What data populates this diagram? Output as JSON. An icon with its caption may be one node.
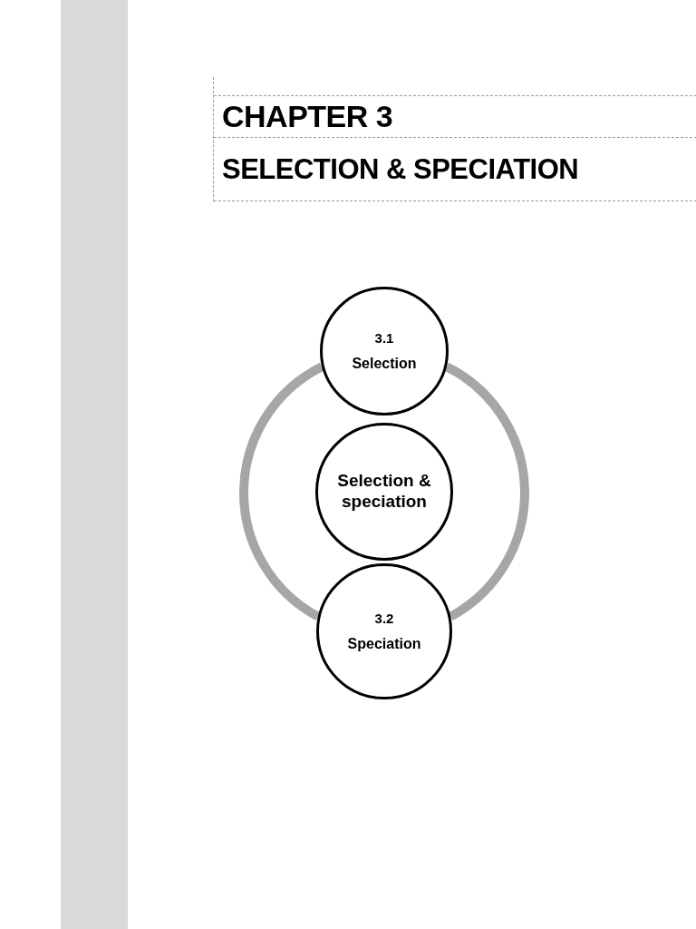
{
  "diagram": {
    "title": "CHAPTER 3",
    "labels": [
      "SELECTION & SPECIATION"
    ],
    "nodes": [
      {
        "text": [
          "3.1",
          "Selection"
        ]
      },
      {
        "text": [
          "Selection & speciation"
        ]
      },
      {
        "text": [
          "3.2",
          "Speciation"
        ]
      },
      {
        "text": [],
        "shape": "bar"
      }
    ],
    "edges": [
      {
        "from": 0,
        "to": 2,
        "arrow": "none"
      },
      {
        "from": 0,
        "to": 2,
        "arrow": "none"
      }
    ]
  }
}
